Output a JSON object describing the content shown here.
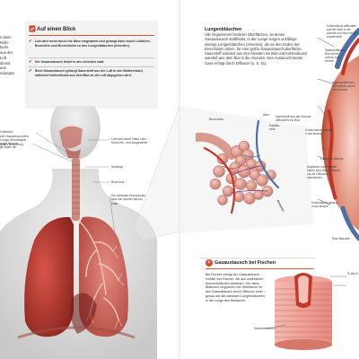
{
  "left_column": {
    "fragment_lines": [
      "n beim",
      "Rolle beim",
      "aus der Luft",
      "dioxid aus",
      "ndungen"
    ],
    "trachea_fragment": [
      "Luftröhre",
      "wei Hauptbronchien",
      "Lunge verzweigen",
      "gsten Bronchus)"
    ],
    "tongue_fragment": [
      "rmige Knorpel",
      "ge liegen die"
    ]
  },
  "summary_box": {
    "title": "Auf einen Blick",
    "items": [
      "Luft wird meist durch die Nase eingeatmet und gelangt dann durch Luftröhre, Bronchien und Bronchiolen zu den Lungenbläschen (Alveolen).",
      "Der Gasaustausch findet in den Alveolen statt.",
      "Beim Gasaustausch gelangt Sauerstoff aus der Luft in den Blutkreislauf, während Kohlendioxid aus dem Blut an die Luft abgegeben wird."
    ]
  },
  "body_labels": {
    "air_in": "Luft wird durch Nase oder Mund ein- und ausgeatmet",
    "larynx": "Kehlkopf",
    "bronchus": "Bronchus",
    "bronchioles": "Die kleinsten Bronchiolen sind viel dünner als ein Haar"
  },
  "right_column": {
    "intro": "",
    "heading": "Lungenbläschen",
    "body": "Alle Organismen besitzen Oberflächen, an denen Gasaustausch stattfindet. In der Lunge sorgen unzählige winzige Lungenbläschen (Alveolen), die an den Enden der Bronchiolen sitzen, für eine große Gasaustauschoberfläche. Sauerstoff wandert aus den Alveolen ins Blut und Kohlendioxid wandert aus dem Blut in die Alveolen. Den Austausch bieder Gase erfolgt durch Diffusion (s. S. 51)."
  },
  "alveoli_labels": {
    "bronchiole": "Bronchiole",
    "vein": "Ader",
    "capillary": "Kapillar-\nnetz",
    "alveolus": "Alveolen",
    "oxygen_from_alveoli": "Sauerstoff aus der Alveole diffundiert ins Blut"
  },
  "far_right_labels": {
    "co2_from_blood": "Kohlendioxid diffundiert aus der Ader in die Alveole und wird mit der Ausatemluft",
    "oxygen_poor_blood": "Sauerstoffarmes Blut strömt zurück zum Herzen",
    "oxygen_rich_blood": "Sauerstoffreiches Blut strömt zurück zum Herzen",
    "co2_to_alveole": "Kohlendioxid gelangt in die Alveole",
    "air_in_alveole": "Luft in der Alveole",
    "capillary_walls": "Kapillaren und Alveolen haben sehr dünne Wände, um die Diffusion zu maximieren",
    "co2_blood": "Kohlendioxid gelangt in die Alveole",
    "red_blood_cells": "Rote Blutzelle"
  },
  "fish_box": {
    "title": "Gasaustausch bei Fischen",
    "body": "Bei Fischen erfolgt der Gasaustausch mithilfe von Kiemen, die aus zahlreichen Kiemenblättchen bestehen. Die vielen Blättchen vergrößern die Oberfläche für den Gasaustausch durch Diffusion einer – genau wie die zahllosen Lungenbläschen in der Lunge des Menschen.",
    "label_gill": "Kiemenblättchen",
    "label_water": "Ei Wa Ki"
  },
  "colors": {
    "accent": "#c03a2a",
    "box_bg": "#f3f3f3",
    "lung": "#b93a30",
    "alveoli": "#d88a7e",
    "vein_blue": "#4f6fa5"
  }
}
